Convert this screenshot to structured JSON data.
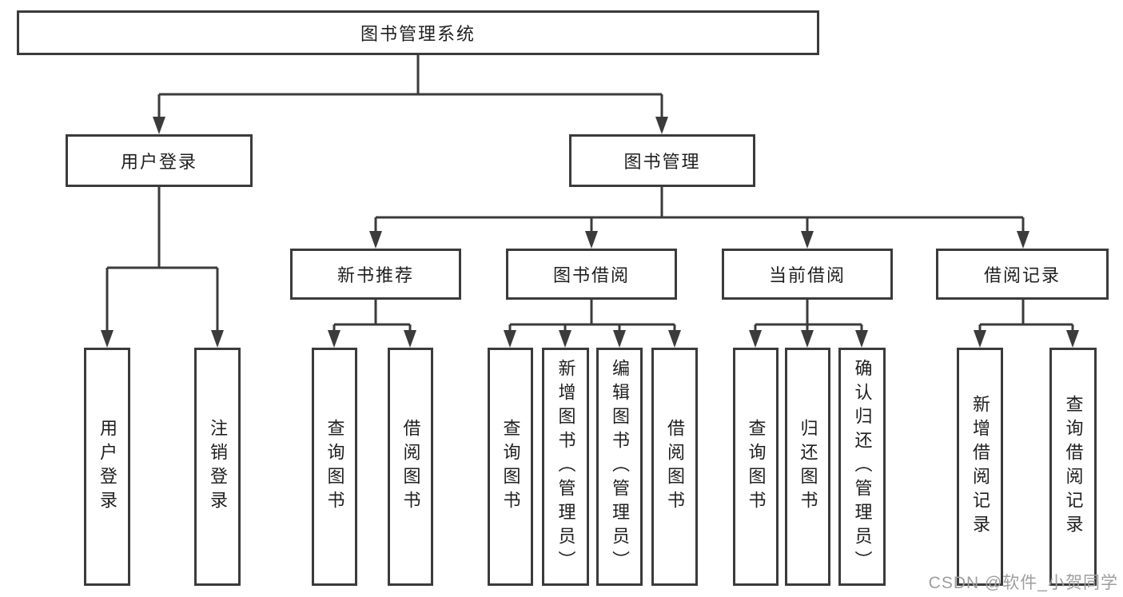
{
  "diagram_title": "图书管理系统",
  "tree": {
    "label": "图书管理系统",
    "children": [
      {
        "label": "用户登录",
        "children": [
          {
            "label": "用户登录"
          },
          {
            "label": "注销登录"
          }
        ]
      },
      {
        "label": "图书管理",
        "children": [
          {
            "label": "新书推荐",
            "children": [
              {
                "label": "查询图书"
              },
              {
                "label": "借阅图书"
              }
            ]
          },
          {
            "label": "图书借阅",
            "children": [
              {
                "label": "查询图书"
              },
              {
                "label": "新增图书（管理员）"
              },
              {
                "label": "编辑图书（管理员）"
              },
              {
                "label": "借阅图书"
              }
            ]
          },
          {
            "label": "当前借阅",
            "children": [
              {
                "label": "查询图书"
              },
              {
                "label": "归还图书"
              },
              {
                "label": "确认归还（管理员）"
              }
            ]
          },
          {
            "label": "借阅记录",
            "children": [
              {
                "label": "新增借阅记录"
              },
              {
                "label": "查询借阅记录"
              }
            ]
          }
        ]
      }
    ]
  },
  "watermark": {
    "text": "CSDN @软件_小贺同学"
  },
  "colors": {
    "line": "#3b3b3b",
    "box_border": "#3b3b3b",
    "text": "#1f1f1f",
    "background": "#ffffff",
    "watermark": "#9e9e9e"
  }
}
